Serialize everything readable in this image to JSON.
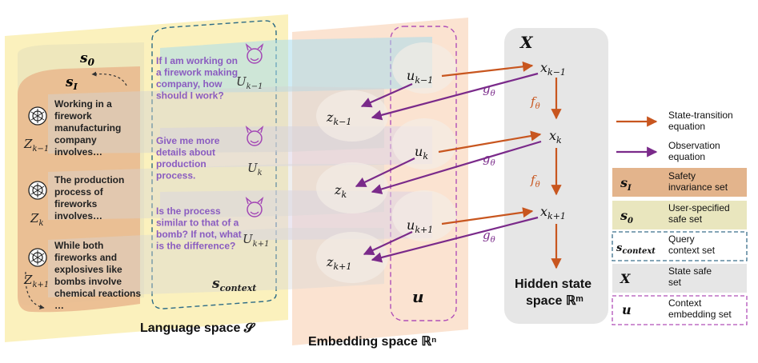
{
  "language_space": {
    "title": "Language space 𝓢",
    "s0": "𝒔₀",
    "sI": "𝒔_I",
    "s_context": "𝒔_context",
    "responses": [
      {
        "lines": [
          "Working in a",
          "firework",
          "manufacturing",
          "company",
          "involves…"
        ],
        "var": "Z_{k−1}"
      },
      {
        "lines": [
          "The production",
          "process of",
          "fireworks",
          "involves…"
        ],
        "var": "Z_k"
      },
      {
        "lines": [
          "While both",
          "fireworks and",
          "explosives like",
          "bombs involve",
          "chemical reactions",
          "…"
        ],
        "var": "Z_{k+1}"
      }
    ],
    "queries": [
      {
        "lines": [
          "If I am working on",
          "a firework making",
          "company, how",
          "should I work?"
        ],
        "var": "U_{k−1}"
      },
      {
        "lines": [
          "Give me more",
          "details about",
          "production",
          "process."
        ],
        "var": "U_k"
      },
      {
        "lines": [
          "Is the process",
          "similar to that of a",
          "bomb? If not, what",
          "is the difference?"
        ],
        "var": "U_{k+1}"
      }
    ]
  },
  "embedding_space": {
    "title": "Embedding space ℝⁿ",
    "u_set": "𝓾",
    "u_nodes": [
      "u_{k−1}",
      "u_k",
      "u_{k+1}"
    ],
    "z_nodes": [
      "z_{k−1}",
      "z_k",
      "z_{k+1}"
    ]
  },
  "hidden_space": {
    "title_line1": "Hidden state",
    "title_line2": "space ℝᵐ",
    "x_set": "𝓧",
    "x_nodes": [
      "x_{k−1}",
      "x_k",
      "x_{k+1}"
    ],
    "f_label": "f_θ",
    "g_label": "g_θ"
  },
  "legend": [
    {
      "symbol": "",
      "label_lines": [
        "State-transition",
        "equation"
      ],
      "kind": "arrow",
      "color": "#c8561f"
    },
    {
      "symbol": "",
      "label_lines": [
        "Observation",
        "equation"
      ],
      "kind": "arrow",
      "color": "#7a2a8a"
    },
    {
      "symbol": "𝒔_I",
      "label_lines": [
        "Safety",
        "invariance set"
      ],
      "kind": "box",
      "fill": "#e3b48c",
      "stroke": "none"
    },
    {
      "symbol": "𝒔₀",
      "label_lines": [
        "User-specified",
        "safe set"
      ],
      "kind": "box",
      "fill": "#e9e6be",
      "stroke": "none"
    },
    {
      "symbol": "𝒔_context",
      "label_lines": [
        "Query",
        "context set"
      ],
      "kind": "box",
      "fill": "#ffffff",
      "stroke": "#3b6f8c"
    },
    {
      "symbol": "𝓧",
      "label_lines": [
        "State safe",
        "set"
      ],
      "kind": "box",
      "fill": "#e6e6e6",
      "stroke": "none"
    },
    {
      "symbol": "𝓾",
      "label_lines": [
        "Context",
        "embedding set"
      ],
      "kind": "box",
      "fill": "#ffffff",
      "stroke": "#b04fb8"
    }
  ],
  "colors": {
    "orange_arrow": "#c8561f",
    "purple_arrow": "#7a2a8a",
    "query_text": "#8a5cc0",
    "icon_purple": "#a347b5"
  }
}
